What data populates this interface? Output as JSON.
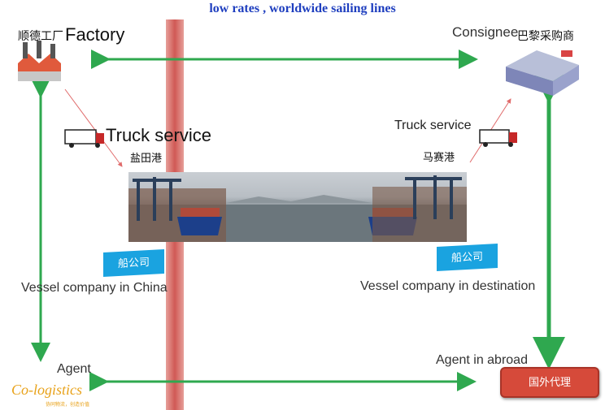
{
  "title": "low rates , worldwide sailing lines",
  "factory": {
    "cn": "顺德工厂",
    "en": "Factory"
  },
  "consignee": {
    "en": "Consignee",
    "cn": "巴黎采购商"
  },
  "truck_left": {
    "label": "Truck service",
    "port": "盐田港"
  },
  "truck_right": {
    "label": "Truck service",
    "port": "马赛港"
  },
  "vessel_china": {
    "badge": "船公司",
    "label": "Vessel company in China"
  },
  "vessel_dest": {
    "badge": "船公司",
    "label": "Vessel company in destination"
  },
  "agent_left": "Agent",
  "agent_right": "Agent in abroad",
  "overseas_agent": "国外代理",
  "logo": {
    "text": "Co-logistics",
    "tagline": "协同物流，创造价值"
  },
  "colors": {
    "arrow_green": "#2fa84f",
    "thin_arrow_red": "#e06b6b",
    "badge_blue": "#1aa3e0",
    "overseas_red": "#d64a3a",
    "logo_orange": "#e8a21a"
  }
}
